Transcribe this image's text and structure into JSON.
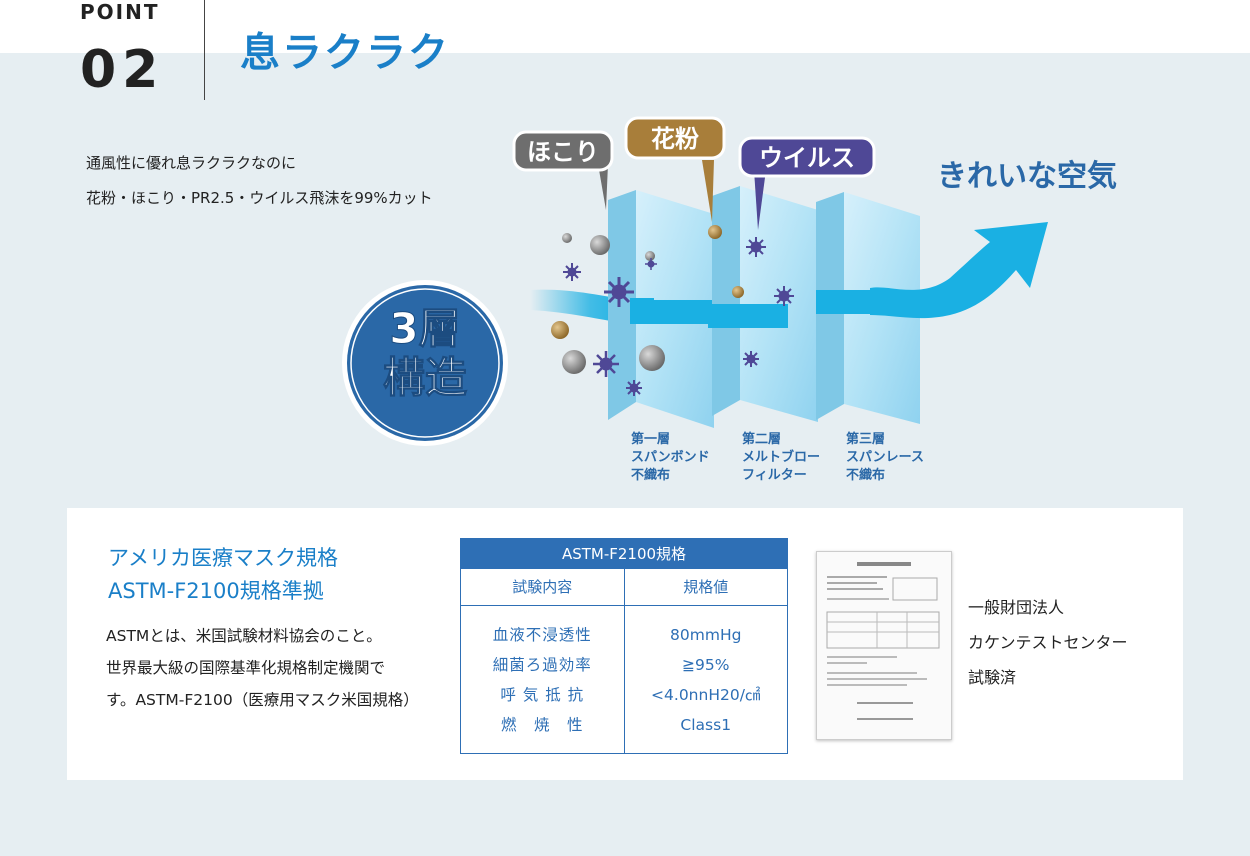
{
  "header": {
    "point_label": "POINT",
    "point_number": "02",
    "headline": "息ラクラク"
  },
  "lead": {
    "line1": "通風性に優れ息ラクラクなのに",
    "line2": "花粉・ほこり・PR2.5・ウイルス飛沫を99%カット"
  },
  "illustration": {
    "badge_line1": "3層",
    "badge_line2": "構造",
    "tag_dust": "ほこり",
    "tag_pollen": "花粉",
    "tag_virus": "ウイルス",
    "clean_air": "きれいな空気",
    "layers": [
      {
        "line1": "第一層",
        "line2": "スパンボンド",
        "line3": "不織布"
      },
      {
        "line1": "第二層",
        "line2": "メルトブロー",
        "line3": "フィルター"
      },
      {
        "line1": "第三層",
        "line2": "スパンレース",
        "line3": "不織布"
      }
    ],
    "colors": {
      "dust": "#6e6e6e",
      "pollen": "#a87e3a",
      "virus": "#4f4896",
      "badge": "#2a68a7",
      "arrow": "#1ab0e3"
    }
  },
  "standard": {
    "title_line1": "アメリカ医療マスク規格",
    "title_line2": "ASTM-F2100規格準拠",
    "desc_line1": "ASTMとは、米国試験材料協会のこと。",
    "desc_line2": "世界最大級の国際基準化規格制定機関で",
    "desc_line3": "す。ASTM-F2100（医療用マスク米国規格）"
  },
  "spec_table": {
    "title": "ASTM-F2100規格",
    "col1_header": "試験内容",
    "col2_header": "規格値",
    "rows": [
      {
        "item": "血液不浸透性",
        "value": "80mmHg"
      },
      {
        "item": "細菌ろ過効率",
        "value": "≧95%"
      },
      {
        "item": "呼 気 抵 抗",
        "value": "<4.0nnH20/㎠"
      },
      {
        "item": "燃　焼　性",
        "value": "Class1"
      }
    ]
  },
  "certification": {
    "line1": "一般財団法人",
    "line2": "カケンテストセンター",
    "line3": "試験済"
  }
}
